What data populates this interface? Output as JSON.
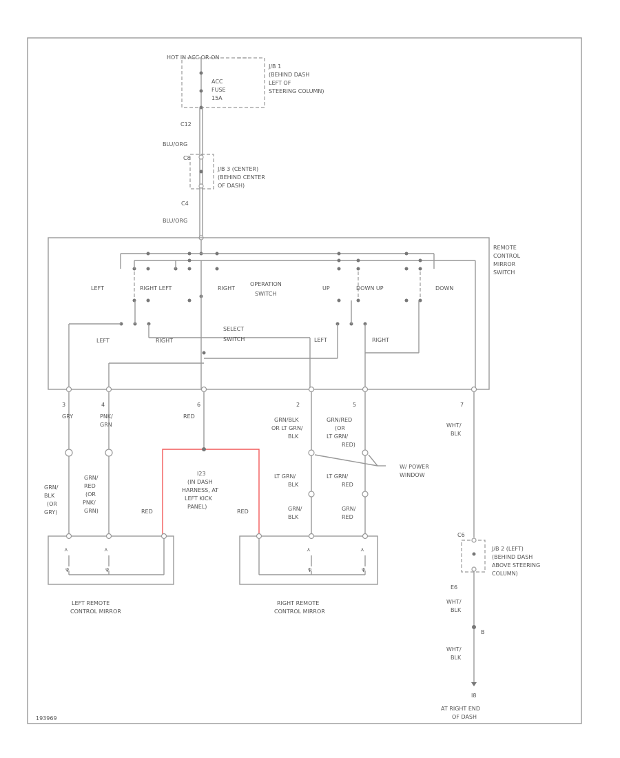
{
  "labels": {
    "hot": "HOT IN ACC OR ON",
    "jb1": [
      "J/B 1",
      "(BEHIND DASH",
      "LEFT OF",
      "STEERING COLUMN)"
    ],
    "fuse": [
      "ACC",
      "FUSE",
      "15A"
    ],
    "c12": "C12",
    "bluorg1": "BLU/ORG",
    "c8": "C8",
    "jb3": [
      "J/B 3 (CENTER)",
      "(BEHIND CENTER",
      "OF DASH)"
    ],
    "c4": "C4",
    "bluorg2": "BLU/ORG",
    "rcms": [
      "REMOTE",
      "CONTROL",
      "MIRROR",
      "SWITCH"
    ],
    "op_left": "LEFT",
    "op_right_left": "RIGHT  LEFT",
    "op_right": "RIGHT",
    "operation_switch": [
      "OPERATION",
      "SWITCH"
    ],
    "op_up": "UP",
    "op_down_up": "DOWN  UP",
    "op_down": "DOWN",
    "sel_left": "LEFT",
    "sel_right_a": "RIGHT",
    "select_switch": [
      "SELECT",
      "SWITCH"
    ],
    "sel_left_b": "LEFT",
    "sel_right_b": "RIGHT",
    "pin_numbers": [
      "3",
      "4",
      "6",
      "2",
      "5",
      "7"
    ],
    "wire_gry": "GRY",
    "wire_pnk_grn": [
      "PNK/",
      "GRN"
    ],
    "wire_red_top": "RED",
    "wire_grn_blk_top": [
      "GRN/BLK",
      "OR LT GRN/",
      "BLK"
    ],
    "wire_grn_red_top": [
      "GRN/RED",
      "(OR",
      "LT GRN/",
      "RED)"
    ],
    "wire_wht_blk_top": [
      "WHT/",
      "BLK"
    ],
    "power_window": [
      "W/ POWER",
      "WINDOW"
    ],
    "lt_grn_blk": [
      "LT GRN/",
      "BLK"
    ],
    "lt_grn_red": [
      "LT GRN/",
      "RED"
    ],
    "splice": [
      "I23",
      "(IN DASH",
      "HARNESS, AT",
      "LEFT KICK",
      "PANEL)"
    ],
    "wire_grn_blk_left": [
      "GRN/",
      "BLK",
      "(OR",
      "GRY)"
    ],
    "wire_grn_red_left": [
      "GRN/",
      "RED",
      "(OR",
      "PNK/",
      "GRN)"
    ],
    "red_left": "RED",
    "red_right": "RED",
    "grn_blk_bottom": [
      "GRN/",
      "BLK"
    ],
    "grn_red_bottom": [
      "GRN/",
      "RED"
    ],
    "c6_conn": "C6",
    "jb2": [
      "J/B 2 (LEFT)",
      "(BEHIND DASH",
      "ABOVE STEERING",
      "COLUMN)"
    ],
    "e6": "E6",
    "wht_blk_mid": [
      "WHT/",
      "BLK"
    ],
    "splice_b": "B",
    "wht_blk_low": [
      "WHT/",
      "BLK"
    ],
    "ground_id": "I8",
    "ground_loc": [
      "AT RIGHT END",
      "OF DASH"
    ],
    "left_mirror": [
      "LEFT REMOTE",
      "CONTROL MIRROR"
    ],
    "right_mirror": [
      "RIGHT REMOTE",
      "CONTROL MIRROR"
    ],
    "figure_id": "193969"
  },
  "wire_colors": {
    "blu_org": "#c58ad8",
    "pnk_grn": "#d8c2a0",
    "red": "#f25a5a",
    "grn": "#7be27b",
    "default": "#999999"
  }
}
